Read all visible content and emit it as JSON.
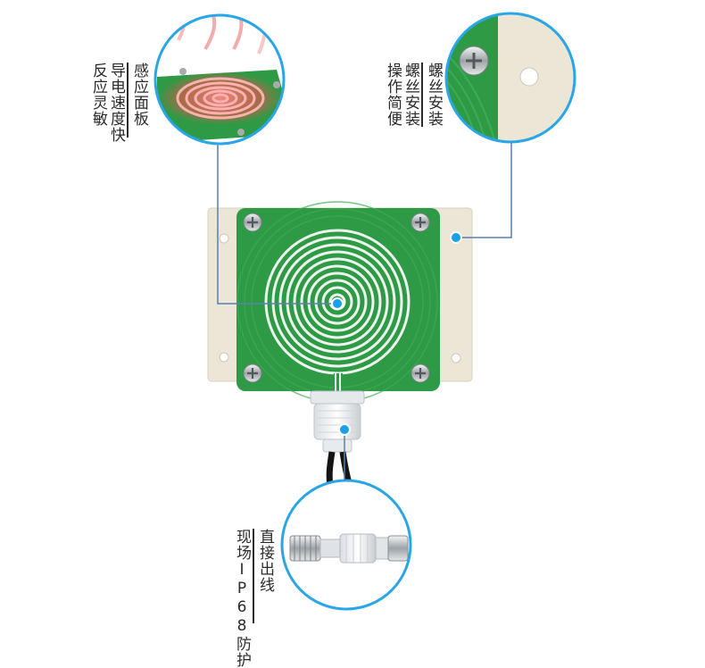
{
  "labels": {
    "panel": {
      "title": "感应面板",
      "detail": "导电速度快",
      "detail2": "反应灵敏"
    },
    "screw": {
      "title": "螺丝安装",
      "detail": "螺丝安装",
      "detail2": "操作简便"
    },
    "cable": {
      "title": "直接出线",
      "detail": "现场IP68防护"
    }
  },
  "colors": {
    "pcb_green": "#2e9a46",
    "housing": "#ece6d6",
    "accent_dot": "#1aa0e8",
    "leader_line": "#5a7fb4",
    "circle_border": "#2aa6e6"
  },
  "icons": [
    "screw-icon",
    "spiral-electrode-icon",
    "callout-dot-icon"
  ]
}
